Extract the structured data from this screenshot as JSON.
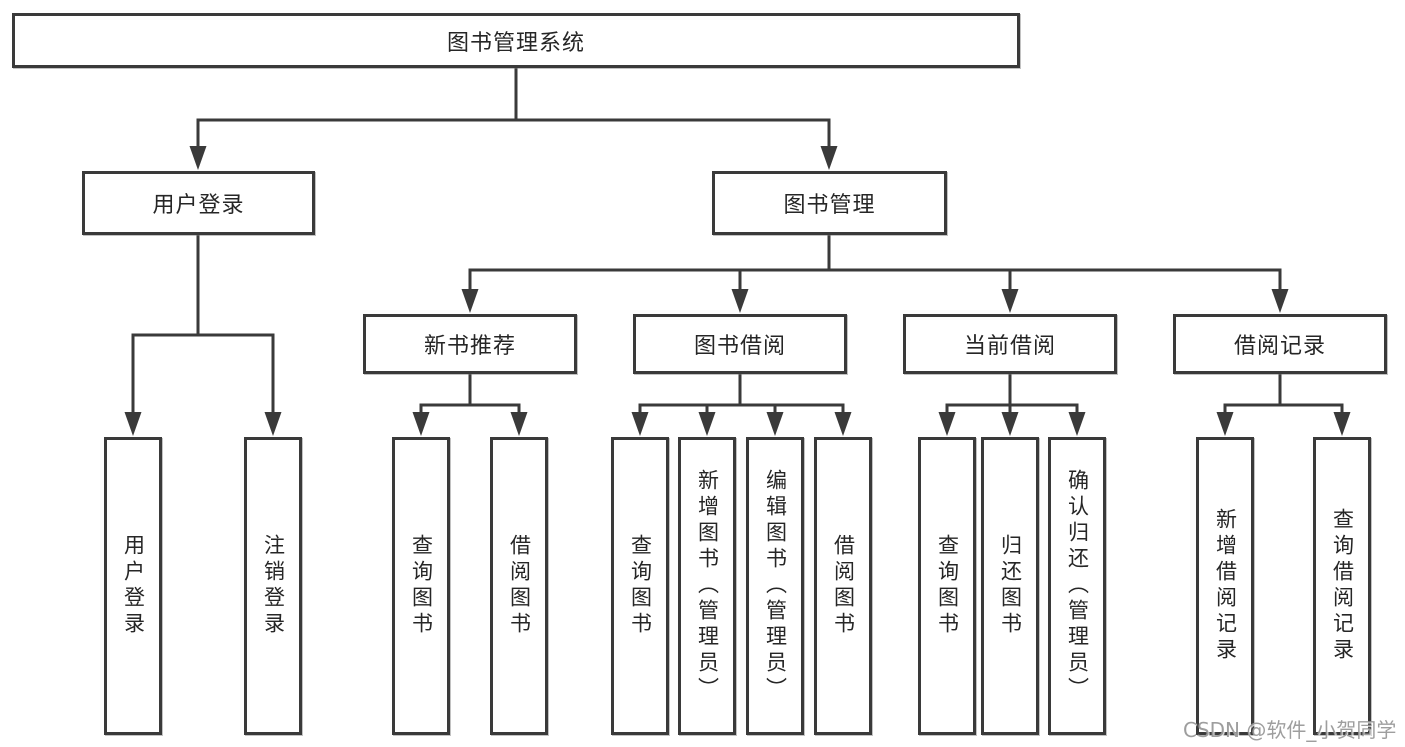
{
  "diagram": {
    "root": {
      "label": "图书管理系统"
    },
    "user_login": {
      "label": "用户登录",
      "children": [
        "用户登录",
        "注销登录"
      ]
    },
    "book_management": {
      "label": "图书管理",
      "sections": [
        {
          "label": "新书推荐",
          "children": [
            "查询图书",
            "借阅图书"
          ]
        },
        {
          "label": "图书借阅",
          "children": [
            "查询图书",
            "新增图书（管理员）",
            "编辑图书（管理员）",
            "借阅图书"
          ]
        },
        {
          "label": "当前借阅",
          "children": [
            "查询图书",
            "归还图书",
            "确认归还（管理员）"
          ]
        },
        {
          "label": "借阅记录",
          "children": [
            "新增借阅记录",
            "查询借阅记录"
          ]
        }
      ]
    },
    "watermark": "CSDN @软件_小贺同学",
    "colors": {
      "line": "#3a3a3a",
      "box_border": "#3a3a3a",
      "text": "#262626",
      "background": "#ffffff",
      "watermark": "#969696"
    }
  }
}
